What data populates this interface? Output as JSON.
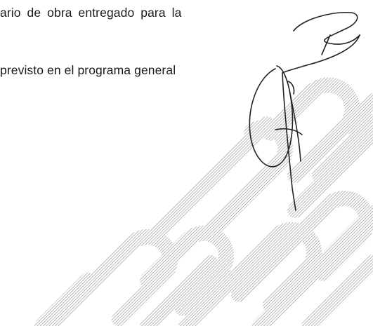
{
  "document": {
    "line_1": "ario de obra entregado para la",
    "line_2": "previsto en el programa general"
  },
  "watermark": {
    "icon": "paperclip-pattern-watermark",
    "color": "#9a9a9a"
  },
  "signature": {
    "icon": "handwritten-signature",
    "color": "#222222"
  }
}
